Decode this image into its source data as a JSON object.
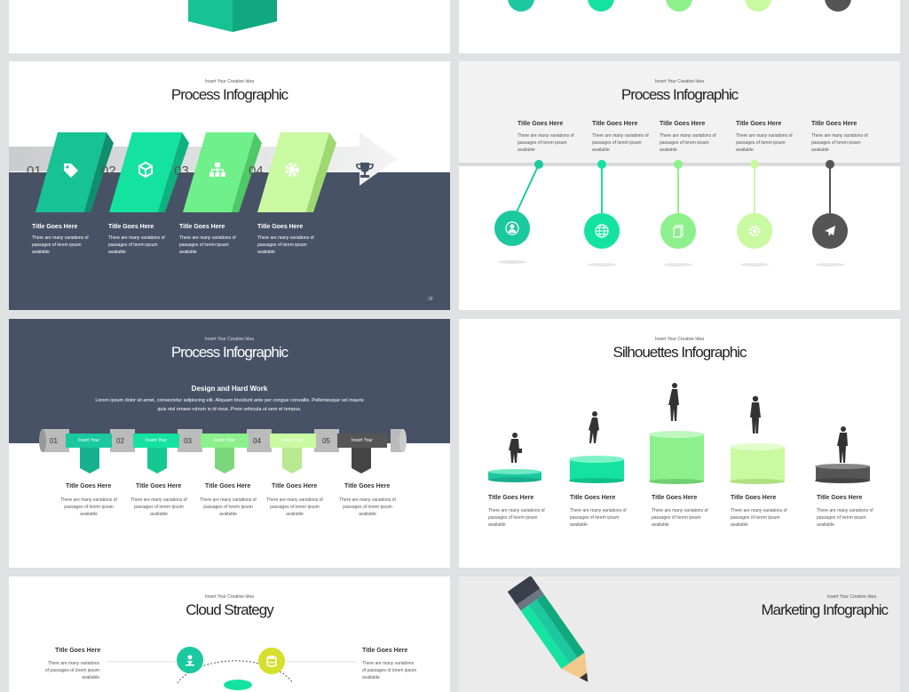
{
  "colors": {
    "teal": "#1cc8a0",
    "green": "#14e3a0",
    "lightgreen": "#8cf08c",
    "palegreen": "#c9f9a0",
    "dark": "#555555",
    "navy": "#475266"
  },
  "common": {
    "subtitle": "Insert Your Creative Idea",
    "item_title": "Title Goes Here",
    "item_desc": "There are many variations of passages of lorem ipsum available"
  },
  "slide_process_a": {
    "title": "Process Infographic",
    "steps": [
      {
        "num": "01",
        "icon": "tag-icon"
      },
      {
        "num": "02",
        "icon": "cube-icon"
      },
      {
        "num": "03",
        "icon": "hierarchy-icon"
      },
      {
        "num": "04",
        "icon": "gear-icon"
      }
    ],
    "end_icon": "trophy-icon",
    "page_number": "28"
  },
  "slide_process_b": {
    "title": "Process Infographic",
    "nodes": [
      {
        "icon": "user-icon"
      },
      {
        "icon": "globe-icon"
      },
      {
        "icon": "document-icon"
      },
      {
        "icon": "gear-icon"
      },
      {
        "icon": "airplane-icon"
      }
    ]
  },
  "slide_process_c": {
    "title": "Process Infographic",
    "heading": "Design and Hard Work",
    "body": "Lorem ipsum dolor sit amet, consectetur adipiscing elit. Aliquam tincidunt ante per congue convallis. Pellentesque vel mauris quis nisl ornare rutrum in id risus. Proin vehicula ut sem et tempus.",
    "segments": [
      {
        "num": "01",
        "label": "Insert Your"
      },
      {
        "num": "02",
        "label": "Insert Your"
      },
      {
        "num": "03",
        "label": "Insert Your"
      },
      {
        "num": "04",
        "label": "Insert Your"
      },
      {
        "num": "05",
        "label": "Insert Your"
      }
    ]
  },
  "slide_silhouettes": {
    "title": "Silhouettes Infographic"
  },
  "slide_cloud": {
    "title": "Cloud Strategy"
  },
  "slide_marketing": {
    "title": "Marketing Infographic"
  }
}
